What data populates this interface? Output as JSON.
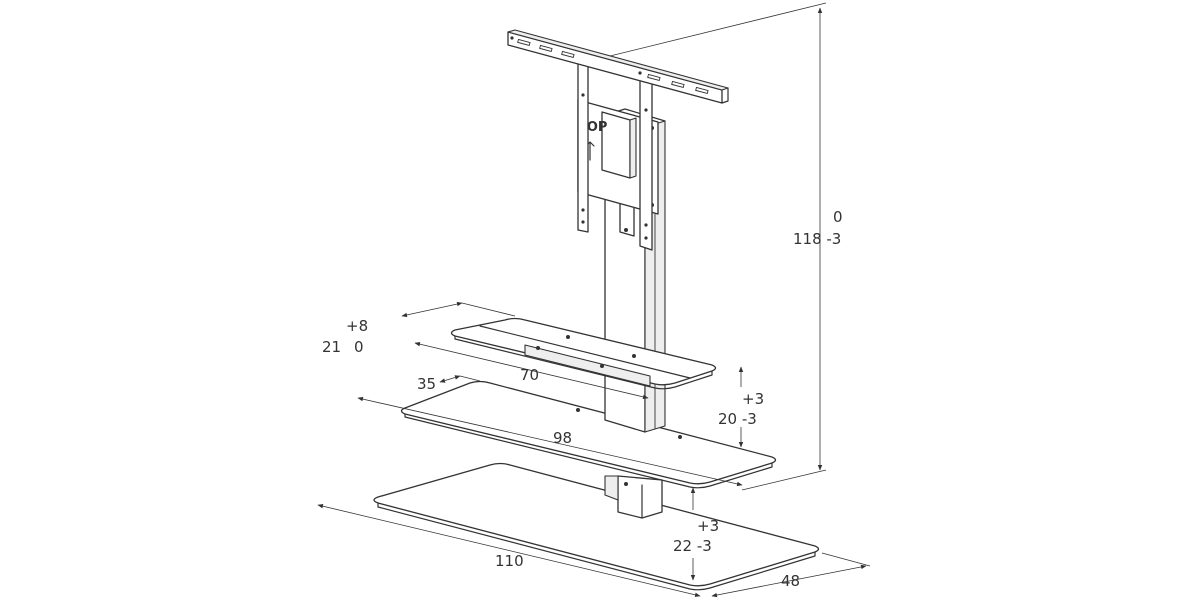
{
  "dimensions": {
    "height_top": "0",
    "height_main": "118 -3",
    "top_shelf_tol": "+8",
    "top_shelf_a": "21",
    "top_shelf_b": "0",
    "top_shelf_width": "70",
    "middle_shelf_depth": "35",
    "middle_shelf_width": "98",
    "middle_spacing_plus": "+3",
    "middle_spacing_main": "20 -3",
    "bottom_spacing_plus": "+3",
    "bottom_spacing_main": "22 -3",
    "base_width": "110",
    "base_depth": "48"
  },
  "bracket": {
    "top_label": "TOP"
  },
  "colors": {
    "line": "#333333",
    "background": "#ffffff"
  }
}
